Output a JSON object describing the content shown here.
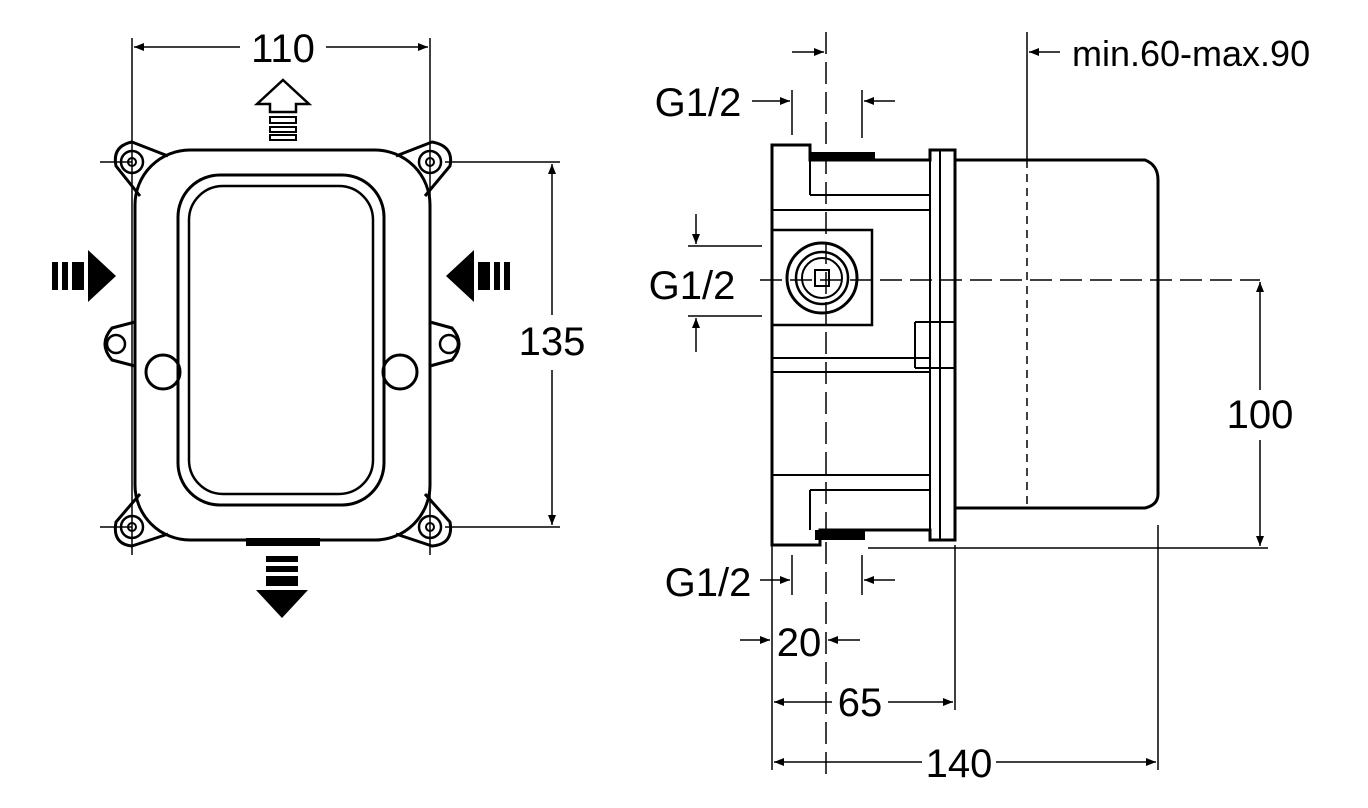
{
  "front_view": {
    "dim_width": "110",
    "dim_height": "135"
  },
  "side_view": {
    "dim_top_connection": "G1/2",
    "dim_middle_connection": "G1/2",
    "dim_bottom_connection": "G1/2",
    "dim_install_depth": "min.60-max.90",
    "dim_axis_offset": "20",
    "dim_body_depth": "65",
    "dim_total_depth": "140",
    "dim_center_height": "100"
  }
}
